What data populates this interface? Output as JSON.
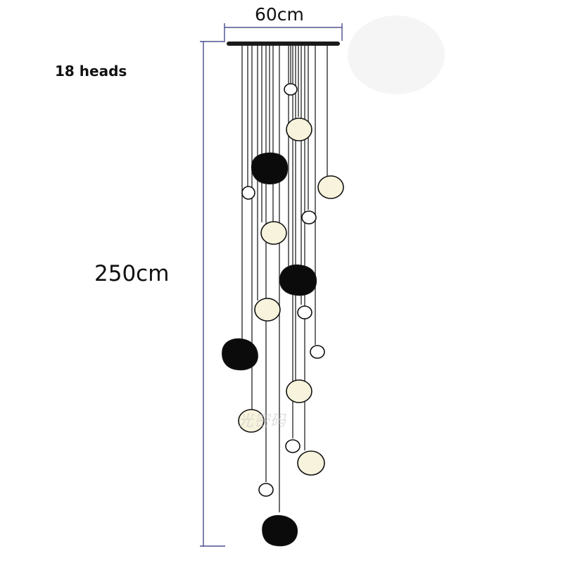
{
  "labels": {
    "heads": "18 heads",
    "width": "60cm",
    "height": "250cm"
  },
  "watermark": "光密码",
  "colors": {
    "outline": "#111111",
    "dim_line": "#2b2f7a",
    "glass": "#f7f3dc",
    "dark_glass": "#0b0b0b",
    "canopy": "#1a1a1a",
    "blob": "#f6f6f6"
  }
}
